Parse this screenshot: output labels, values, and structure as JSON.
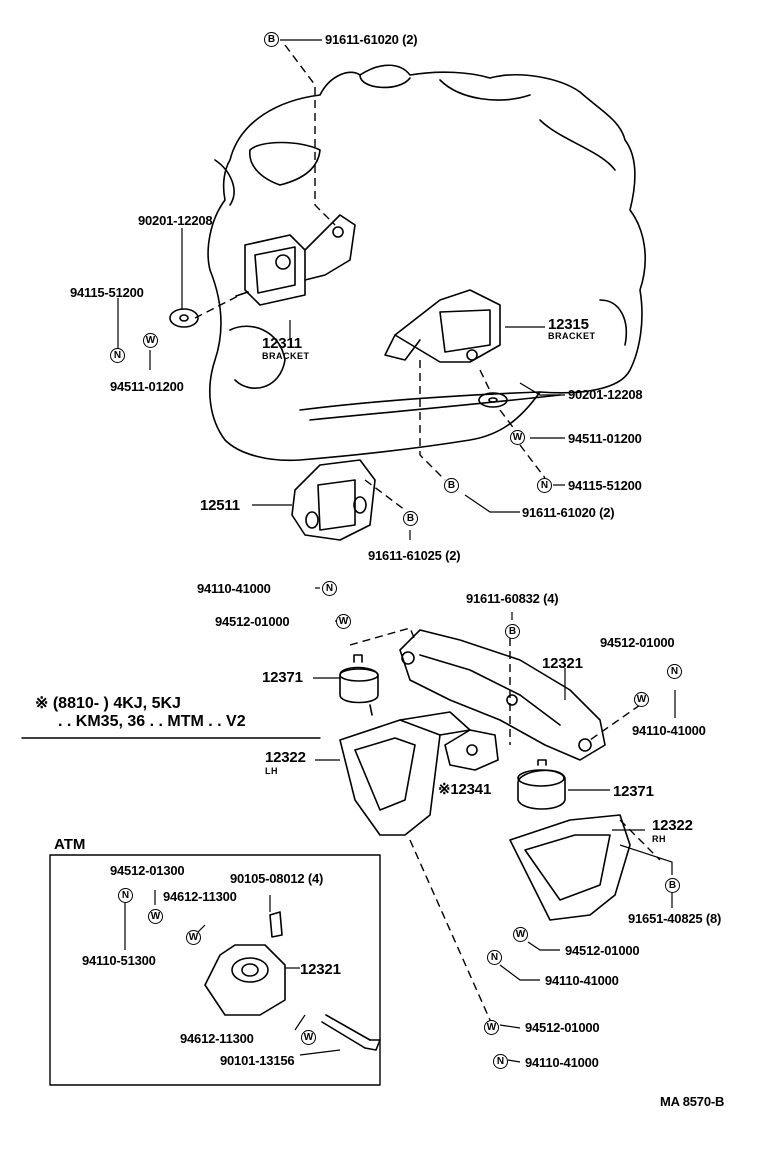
{
  "labels": {
    "p91611_61020_top": "91611-61020 (2)",
    "p90201_12208_l": "90201-12208",
    "p94115_51200_l": "94115-51200",
    "p12311": "12311",
    "bracket_l": "BRACKET",
    "p94511_01200_l": "94511-01200",
    "p12315": "12315",
    "bracket_r": "BRACKET",
    "p90201_12208_r": "90201-12208",
    "p94511_01200_r": "94511-01200",
    "p94115_51200_r": "94115-51200",
    "p91611_61020_r": "91611-61020 (2)",
    "p12511": "12511",
    "p91611_61025": "91611-61025 (2)",
    "p94110_41000_a": "94110-41000",
    "p94512_01000_a": "94512-01000",
    "p91611_60832": "91611-60832 (4)",
    "p12371_l": "12371",
    "p12321_main": "12321",
    "p94512_01000_b": "94512-01000",
    "p94110_41000_b": "94110-41000",
    "p12322_l": "12322",
    "lh": "LH",
    "p12341": "※12341",
    "p12371_r": "12371",
    "p12322_r": "12322",
    "rh": "RH",
    "p91651_40825": "91651-40825 (8)",
    "p94512_01000_c": "94512-01000",
    "p94110_41000_c": "94110-41000",
    "p94512_01000_d": "94512-01000",
    "p94110_41000_d": "94110-41000",
    "atm_94512_01300": "94512-01300",
    "atm_90105_08012": "90105-08012 (4)",
    "atm_94612_11300_a": "94612-11300",
    "atm_94110_51300": "94110-51300",
    "atm_12321": "12321",
    "atm_94612_11300_b": "94612-11300",
    "atm_90101_13156": "90101-13156",
    "drawing_no": "MA  8570-B"
  },
  "note": {
    "line1": "※ (8810-          ) 4KJ, 5KJ",
    "line2": ". . KM35, 36 . . MTM . . V2"
  },
  "atm_box_title": "ATM",
  "symbols": {
    "bolt": "B",
    "nut": "N",
    "washer": "W"
  }
}
